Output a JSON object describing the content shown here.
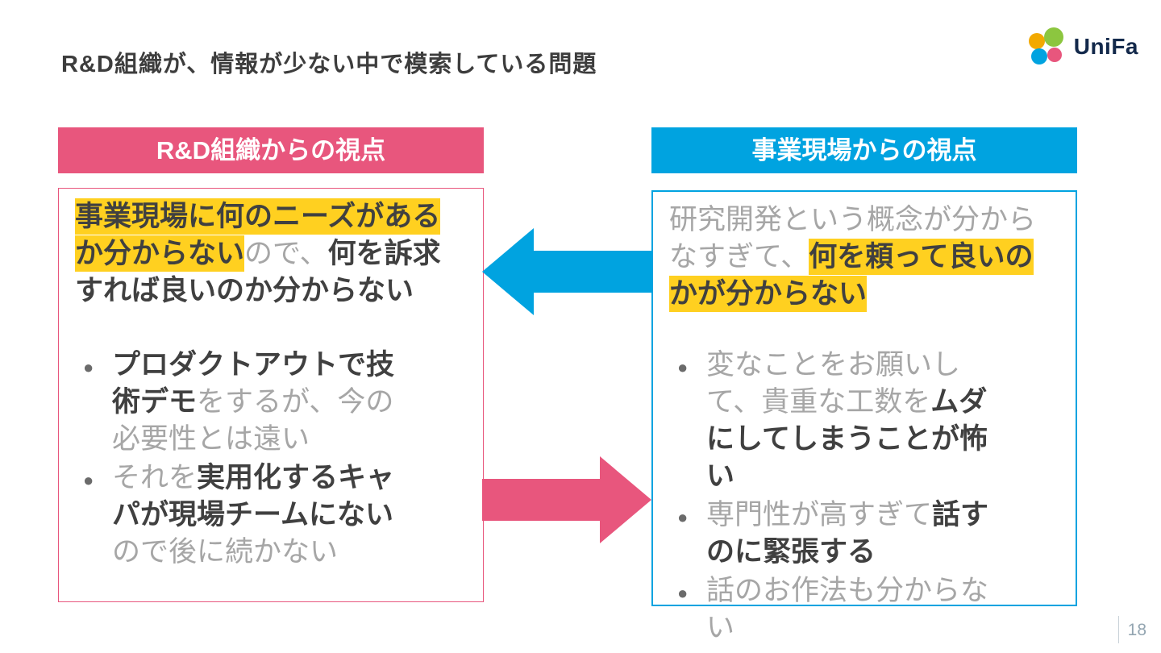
{
  "slide": {
    "title": "R&D組織が、情報が少ない中で模索している問題",
    "page_number": "18"
  },
  "logo": {
    "brand": "UniFa"
  },
  "colors": {
    "pink": "#e8567d",
    "blue": "#00a3e0",
    "highlight_yellow": "#ffd020",
    "body_gray": "#a6a6a6",
    "body_dark": "#404040"
  },
  "left": {
    "header": "R&D組織からの視点",
    "intro": [
      {
        "style": "highlight-bold",
        "text": "事業現場に何のニーズがあるか分からない"
      },
      {
        "style": "gray",
        "text": "ので、"
      },
      {
        "style": "bold",
        "text": "何を訴求すれば良いのか分からない"
      }
    ],
    "bullets": [
      {
        "segments": [
          {
            "style": "bold",
            "text": "プロダクトアウトで技術デモ"
          },
          {
            "style": "gray",
            "text": "をするが、今の必要性とは遠い"
          }
        ]
      },
      {
        "segments": [
          {
            "style": "gray",
            "text": "それを"
          },
          {
            "style": "bold",
            "text": "実用化するキャパが現場チームにない"
          },
          {
            "style": "gray",
            "text": "ので後に続かない"
          }
        ]
      }
    ]
  },
  "right": {
    "header": "事業現場からの視点",
    "intro": [
      {
        "style": "gray",
        "text": "研究開発という概念が分からなすぎて、"
      },
      {
        "style": "highlight-bold",
        "text": "何を頼って良いのかが分からない"
      }
    ],
    "bullets": [
      {
        "segments": [
          {
            "style": "gray",
            "text": "変なことをお願いして、貴重な工数を"
          },
          {
            "style": "bold",
            "text": "ムダにしてしまうことが怖い"
          }
        ]
      },
      {
        "segments": [
          {
            "style": "gray",
            "text": "専門性が高すぎて"
          },
          {
            "style": "bold",
            "text": "話すのに緊張する"
          }
        ]
      },
      {
        "segments": [
          {
            "style": "gray",
            "text": "話のお作法も分からない"
          }
        ]
      }
    ]
  }
}
